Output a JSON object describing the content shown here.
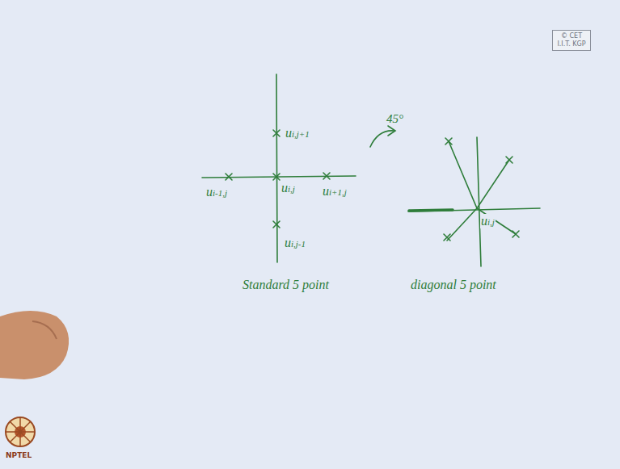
{
  "diagram": {
    "nodes": [
      {
        "text": [
          "© CET I.I.T. KGP"
        ]
      }
    ],
    "labels": [
      "45°",
      "ui,j+1",
      "ui-1,j",
      "ui,j",
      "ui+1,j",
      "ui,j-1",
      "Standard 5 point",
      "diagonal 5 point",
      "ui,j",
      "NPTEL"
    ]
  }
}
